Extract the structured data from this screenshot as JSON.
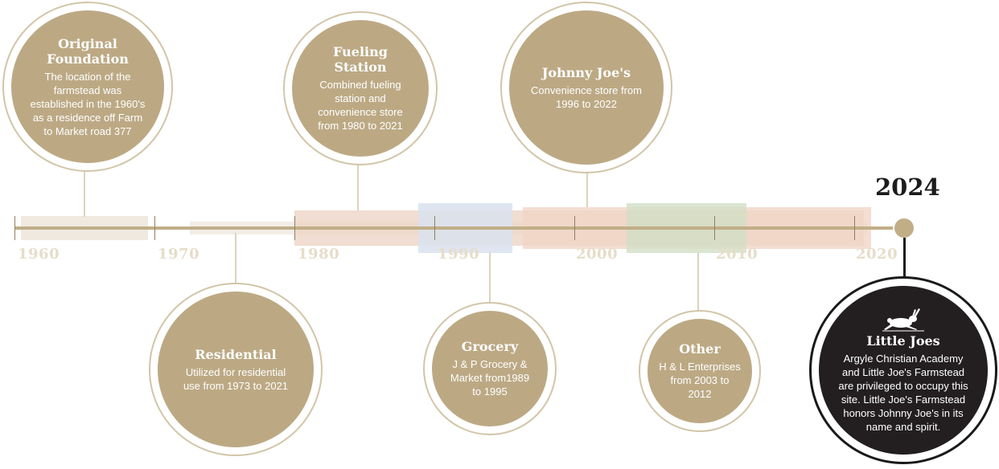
{
  "timeline": {
    "axis_years": [
      "1960",
      "1970",
      "1980",
      "1990",
      "2000",
      "2010",
      "2020"
    ],
    "end_year": "2024"
  },
  "milestones": [
    {
      "title_lines": [
        "Original",
        "Foundation"
      ],
      "description_lines": [
        "The location of the",
        "farmstead was",
        "established in the 1960's",
        "as a residence off Farm",
        "to Market road 377"
      ]
    },
    {
      "title_lines": [
        "Residential"
      ],
      "description_lines": [
        "Utilized for residential",
        "use from 1973 to 2021"
      ]
    },
    {
      "title_lines": [
        "Fueling",
        "Station"
      ],
      "description_lines": [
        "Combined fueling",
        "station and",
        "convenience store",
        "from 1980 to 2021"
      ]
    },
    {
      "title_lines": [
        "Grocery"
      ],
      "description_lines": [
        "J & P Grocery &",
        "Market from1989",
        "to 1995"
      ]
    },
    {
      "title_lines": [
        "Johnny Joe's"
      ],
      "description_lines": [
        "Convenience store from",
        "1996 to 2022"
      ]
    },
    {
      "title_lines": [
        "Other"
      ],
      "description_lines": [
        "H & L Enterprises",
        "from 2003 to",
        "2012"
      ]
    },
    {
      "title_lines": [
        "Little Joes"
      ],
      "description_lines": [
        "Argyle Christian Academy",
        "and Little Joe's Farmstead",
        "are privileged to occupy this",
        "site. Little Joe's Farmstead",
        "honors Johnny Joe's in its",
        "name and spirit."
      ],
      "icon": "rabbit-icon"
    }
  ],
  "colors": {
    "gold": "#bca984",
    "axis": "#c1ae87",
    "ring": "#d2c5a8",
    "dark": "#231f20",
    "year_label": "#e6ddc9",
    "band_foundation": "#ece4d8",
    "band_residential": "#f2ede6",
    "band_fueling": "#ecd2c2",
    "band_grocery": "#d9e2ee",
    "band_johnny": "#f0d6c5",
    "band_other": "#d2dfc5"
  }
}
